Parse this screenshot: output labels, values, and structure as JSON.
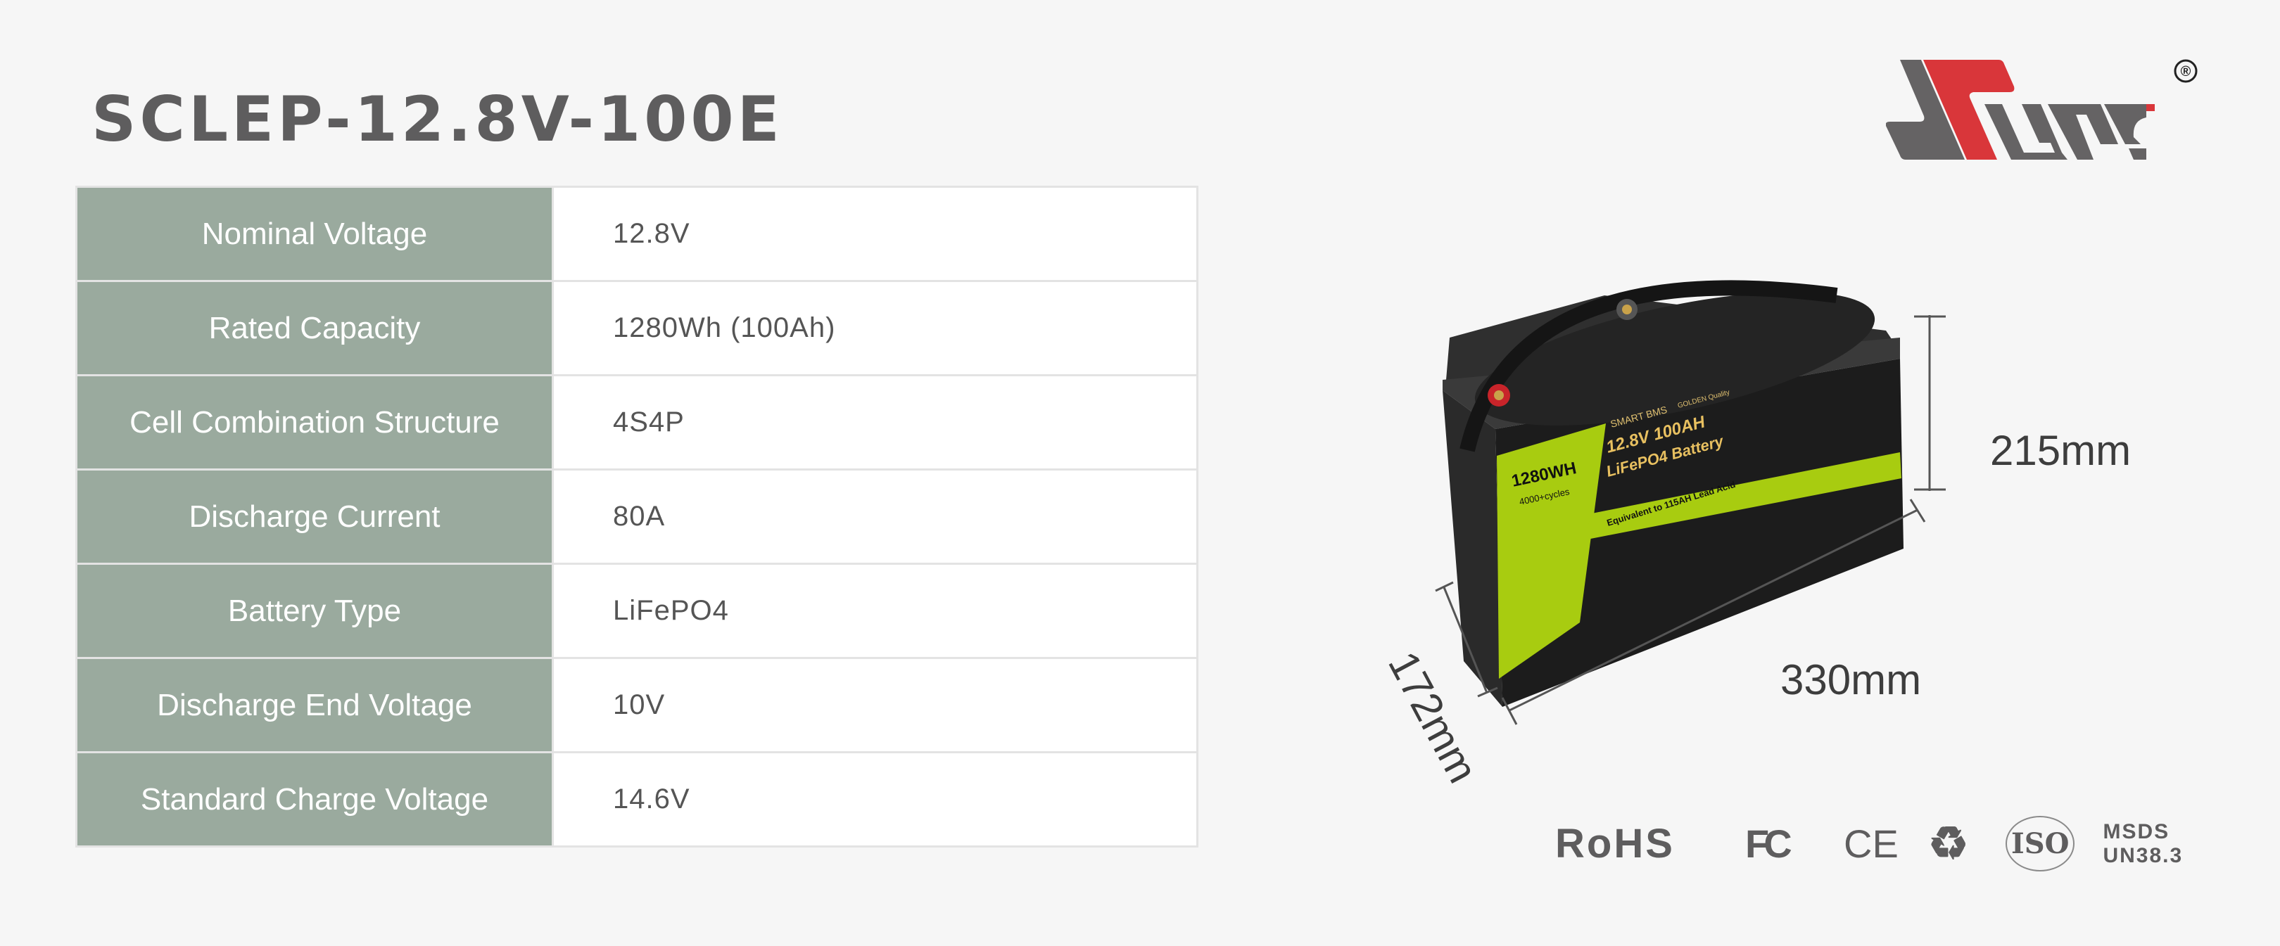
{
  "title": "SCLEP-12.8V-100E",
  "brand": {
    "logo_text": "JSunc",
    "registered": "®",
    "colors": {
      "gray": "#656364",
      "red": "#d9363a"
    }
  },
  "specs": [
    {
      "label": "Nominal Voltage",
      "value": "12.8V"
    },
    {
      "label": "Rated Capacity",
      "value": "1280Wh (100Ah)"
    },
    {
      "label": "Cell Combination Structure",
      "value": "4S4P"
    },
    {
      "label": "Discharge Current",
      "value": "80A"
    },
    {
      "label": "Battery Type",
      "value": "LiFePO4"
    },
    {
      "label": "Discharge End Voltage",
      "value": "10V"
    },
    {
      "label": "Standard Charge Voltage",
      "value": "14.6V"
    }
  ],
  "battery_label": {
    "bms": "SMART BMS",
    "badge": "GOLDEN Quality",
    "model_line1": "12.8V 100AH",
    "model_line2": "LiFePO4 Battery",
    "energy": "1280WH",
    "cycles": "4000+cycles",
    "equivalent": "Equivalent to 115AH Lead Acid"
  },
  "dimensions": {
    "height": "215mm",
    "length": "330mm",
    "width": "172mm"
  },
  "certifications": {
    "rohs": "RoHS",
    "fcc": "FC",
    "ce": "CE",
    "recycle": "recycle-icon",
    "iso": "ISO",
    "msds": "MSDS",
    "un": "UN38.3"
  },
  "colors": {
    "label_bg": "#9aaa9e",
    "accent_green": "#a8cc10",
    "text_gray": "#5e5d5e"
  }
}
